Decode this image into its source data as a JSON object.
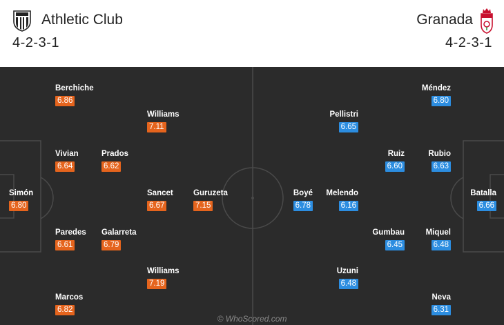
{
  "home": {
    "team": "Athletic Club",
    "formation": "4-2-3-1",
    "crest": "athletic-club-crest-icon",
    "rating_color": "#e5641d",
    "players": [
      {
        "name": "Berchiche",
        "rating": "6.86"
      },
      {
        "name": "Williams",
        "rating": "7.11"
      },
      {
        "name": "Vivian",
        "rating": "6.64"
      },
      {
        "name": "Prados",
        "rating": "6.62"
      },
      {
        "name": "Simón",
        "rating": "6.80"
      },
      {
        "name": "Sancet",
        "rating": "6.67"
      },
      {
        "name": "Guruzeta",
        "rating": "7.15"
      },
      {
        "name": "Paredes",
        "rating": "6.61"
      },
      {
        "name": "Galarreta",
        "rating": "6.79"
      },
      {
        "name": "Williams",
        "rating": "7.19"
      },
      {
        "name": "Marcos",
        "rating": "6.82"
      }
    ]
  },
  "away": {
    "team": "Granada",
    "formation": "4-2-3-1",
    "crest": "granada-crest-icon",
    "rating_color": "#2c8de0",
    "players": [
      {
        "name": "Méndez",
        "rating": "6.80"
      },
      {
        "name": "Pellistri",
        "rating": "6.65"
      },
      {
        "name": "Ruiz",
        "rating": "6.60"
      },
      {
        "name": "Rubio",
        "rating": "6.63"
      },
      {
        "name": "Boyé",
        "rating": "6.78"
      },
      {
        "name": "Melendo",
        "rating": "6.16"
      },
      {
        "name": "Batalla",
        "rating": "6.66"
      },
      {
        "name": "Gumbau",
        "rating": "6.45"
      },
      {
        "name": "Miquel",
        "rating": "6.48"
      },
      {
        "name": "Uzuni",
        "rating": "6.48"
      },
      {
        "name": "Neva",
        "rating": "6.31"
      }
    ]
  },
  "pitch_color": "#2b2b2b",
  "watermark": "© WhoScored.com"
}
